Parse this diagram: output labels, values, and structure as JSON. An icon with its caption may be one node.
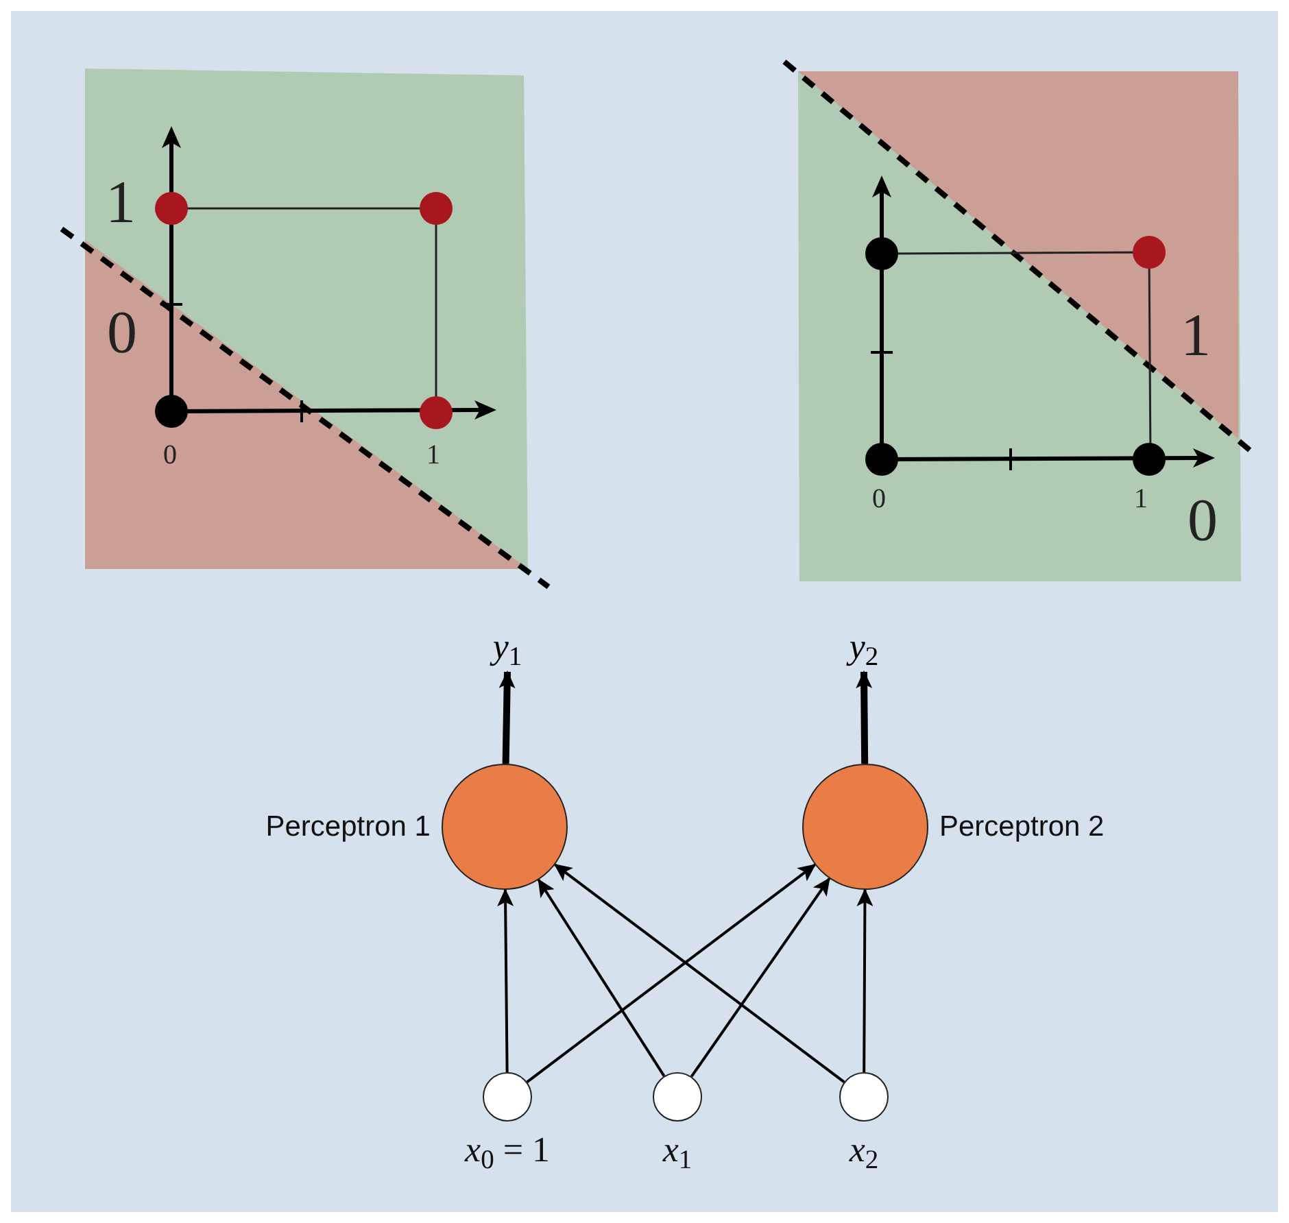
{
  "diagram": {
    "nodes": [
      {
        "text": [
          "Perceptron 1"
        ]
      },
      {
        "text": [
          "Perceptron 2"
        ]
      },
      {
        "text": [
          "*x*$_{0}$ = 1"
        ]
      },
      {
        "text": [
          "*x*$_{1}$"
        ]
      },
      {
        "text": [
          "*x*$_{2}$"
        ]
      },
      {
        "text": [
          "*y*$_{1}$"
        ]
      },
      {
        "text": [
          "*y*$_{2}$"
        ]
      }
    ],
    "edges": [
      {
        "from": 0,
        "to": 5,
        "arrow": "to",
        "style": "thick"
      },
      {
        "from": 1,
        "to": 6,
        "arrow": "to",
        "style": "thick"
      },
      {
        "from": 2,
        "to": 0,
        "arrow": "to"
      },
      {
        "from": 2,
        "to": 1,
        "arrow": "to"
      },
      {
        "from": 3,
        "to": 0,
        "arrow": "to"
      },
      {
        "from": 3,
        "to": 1,
        "arrow": "to"
      },
      {
        "from": 4,
        "to": 0,
        "arrow": "to"
      },
      {
        "from": 4,
        "to": 1,
        "arrow": "to"
      }
    ],
    "labels": [
      "1",
      "0",
      "0",
      "1",
      "1",
      "0",
      "1",
      "0"
    ]
  }
}
